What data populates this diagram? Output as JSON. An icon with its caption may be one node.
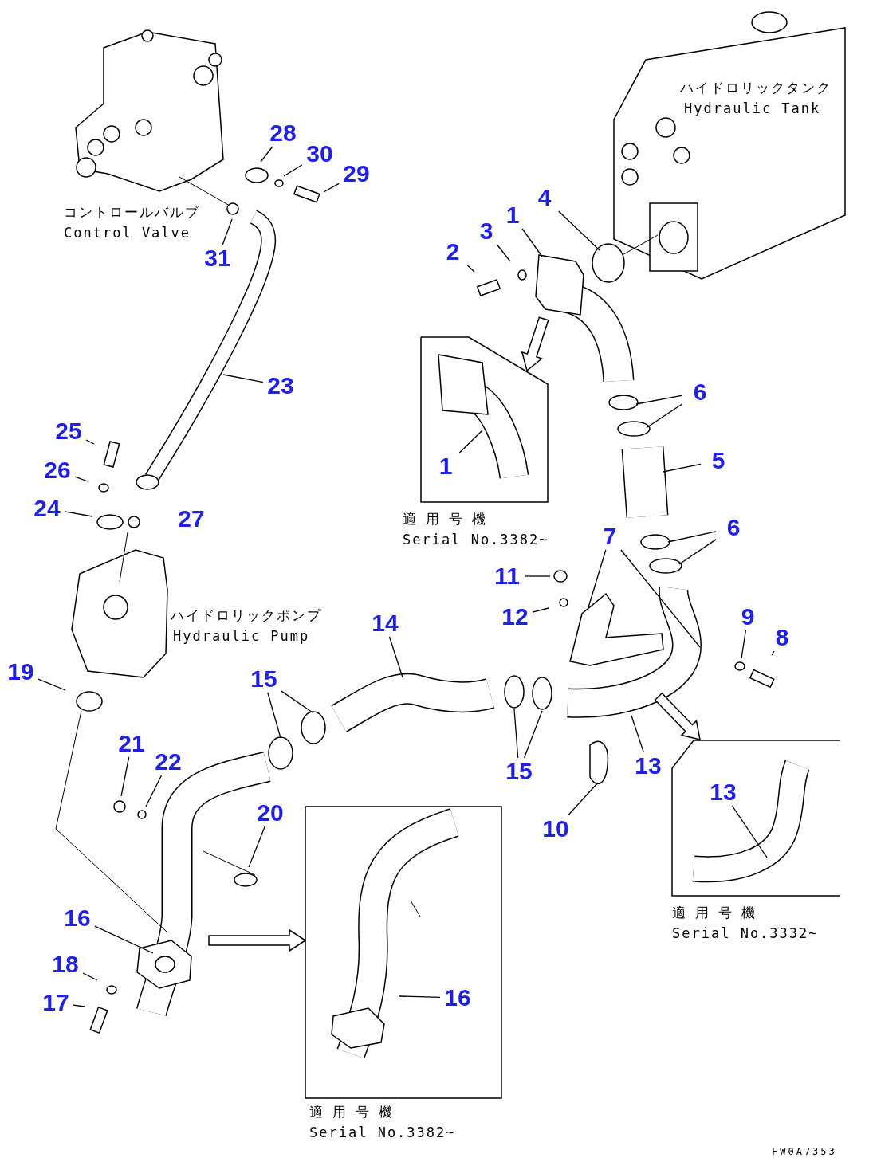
{
  "diagram": {
    "nodes": [
      {
        "text": [
          "28"
        ]
      },
      {
        "text": [
          "30"
        ]
      },
      {
        "text": [
          "29"
        ]
      },
      {
        "text": [
          "31"
        ]
      },
      {
        "text": [
          "4"
        ]
      },
      {
        "text": [
          "1"
        ]
      },
      {
        "text": [
          "3"
        ]
      },
      {
        "text": [
          "2"
        ]
      },
      {
        "text": [
          "適用号機",
          "Serial No.3382~"
        ]
      },
      {
        "text": [
          "1"
        ],
        "in": 8
      },
      {
        "text": [
          "23"
        ]
      },
      {
        "text": [
          "6"
        ]
      },
      {
        "text": [
          "25"
        ]
      },
      {
        "text": [
          "5"
        ]
      },
      {
        "text": [
          "26"
        ]
      },
      {
        "text": [
          "24"
        ]
      },
      {
        "text": [
          "6"
        ]
      },
      {
        "text": [
          "7"
        ]
      },
      {
        "text": [
          "11"
        ]
      },
      {
        "text": [
          "12"
        ]
      },
      {
        "text": [
          "9"
        ]
      },
      {
        "text": [
          "14"
        ]
      },
      {
        "text": [
          "8"
        ]
      },
      {
        "text": [
          "19"
        ]
      },
      {
        "text": [
          "15"
        ]
      },
      {
        "text": [
          "21"
        ]
      },
      {
        "text": [
          "22"
        ]
      },
      {
        "text": [
          "15"
        ]
      },
      {
        "text": [
          "13"
        ]
      },
      {
        "text": [
          "適用号機",
          "Serial No.3332~"
        ]
      },
      {
        "text": [
          "13"
        ],
        "in": 29
      },
      {
        "text": [
          "20"
        ]
      },
      {
        "text": [
          "10"
        ]
      },
      {
        "text": [
          "適用号機",
          "Serial No.3382~"
        ]
      },
      {
        "text": [
          "16"
        ]
      },
      {
        "text": [
          "16"
        ],
        "in": 33
      },
      {
        "text": [
          "18"
        ]
      },
      {
        "text": [
          "17"
        ]
      }
    ],
    "edges": [
      {
        "from": 0,
        "to": null,
        "arrow": "none"
      },
      {
        "from": 1,
        "to": null,
        "arrow": "none"
      },
      {
        "from": 2,
        "to": null,
        "arrow": "none"
      },
      {
        "from": 3,
        "to": null,
        "arrow": "none"
      },
      {
        "from": 4,
        "to": null,
        "arrow": "none"
      },
      {
        "from": 5,
        "to": null,
        "arrow": "none"
      },
      {
        "from": 6,
        "to": null,
        "arrow": "none"
      },
      {
        "from": 7,
        "to": null,
        "arrow": "none"
      },
      {
        "from": 9,
        "to": null,
        "arrow": "none"
      },
      {
        "from": 10,
        "to": null,
        "arrow": "none"
      },
      {
        "from": 11,
        "to": null,
        "arrow": "none"
      },
      {
        "from": 11,
        "to": null,
        "arrow": "none"
      },
      {
        "from": 12,
        "to": null,
        "arrow": "none"
      },
      {
        "from": 13,
        "to": null,
        "arrow": "none"
      },
      {
        "from": 14,
        "to": null,
        "arrow": "none"
      },
      {
        "from": 15,
        "to": null,
        "arrow": "none"
      },
      {
        "from": 16,
        "to": null,
        "arrow": "none"
      },
      {
        "from": 16,
        "to": null,
        "arrow": "none"
      },
      {
        "from": 17,
        "to": null,
        "arrow": "none"
      },
      {
        "from": 17,
        "to": null,
        "arrow": "none"
      },
      {
        "from": 18,
        "to": null,
        "arrow": "none"
      },
      {
        "from": 19,
        "to": null,
        "arrow": "none"
      },
      {
        "from": 20,
        "to": null,
        "arrow": "none"
      },
      {
        "from": 21,
        "to": null,
        "arrow": "none"
      },
      {
        "from": 22,
        "to": null,
        "arrow": "none"
      },
      {
        "from": 23,
        "to": null,
        "arrow": "none"
      },
      {
        "from": 24,
        "to": null,
        "arrow": "none"
      },
      {
        "from": 24,
        "to": null,
        "arrow": "none"
      },
      {
        "from": 25,
        "to": null,
        "arrow": "none"
      },
      {
        "from": 26,
        "to": null,
        "arrow": "none"
      },
      {
        "from": 27,
        "to": null,
        "arrow": "none"
      },
      {
        "from": 27,
        "to": null,
        "arrow": "none"
      },
      {
        "from": 28,
        "to": null,
        "arrow": "none"
      },
      {
        "from": 30,
        "to": null,
        "arrow": "none"
      },
      {
        "from": 31,
        "to": null,
        "arrow": "none"
      },
      {
        "from": 32,
        "to": null,
        "arrow": "none"
      },
      {
        "from": 34,
        "to": null,
        "arrow": "none"
      },
      {
        "from": 35,
        "to": null,
        "arrow": "none"
      },
      {
        "from": 36,
        "to": null,
        "arrow": "none"
      },
      {
        "from": 37,
        "to": null,
        "arrow": "none"
      },
      {
        "from": null,
        "to": 8,
        "arrow": "to",
        "style": "thick"
      },
      {
        "from": null,
        "to": 29,
        "arrow": "to",
        "style": "thick"
      },
      {
        "from": null,
        "to": 33,
        "arrow": "to",
        "style": "thick"
      }
    ],
    "labels": [
      "コントロールバルブ",
      "Control Valve",
      "ハイドロリックタンク",
      "Hydraulic Tank",
      "27",
      "ハイドロリックポンプ",
      "Hydraulic Pump",
      "FW0A7353"
    ]
  }
}
